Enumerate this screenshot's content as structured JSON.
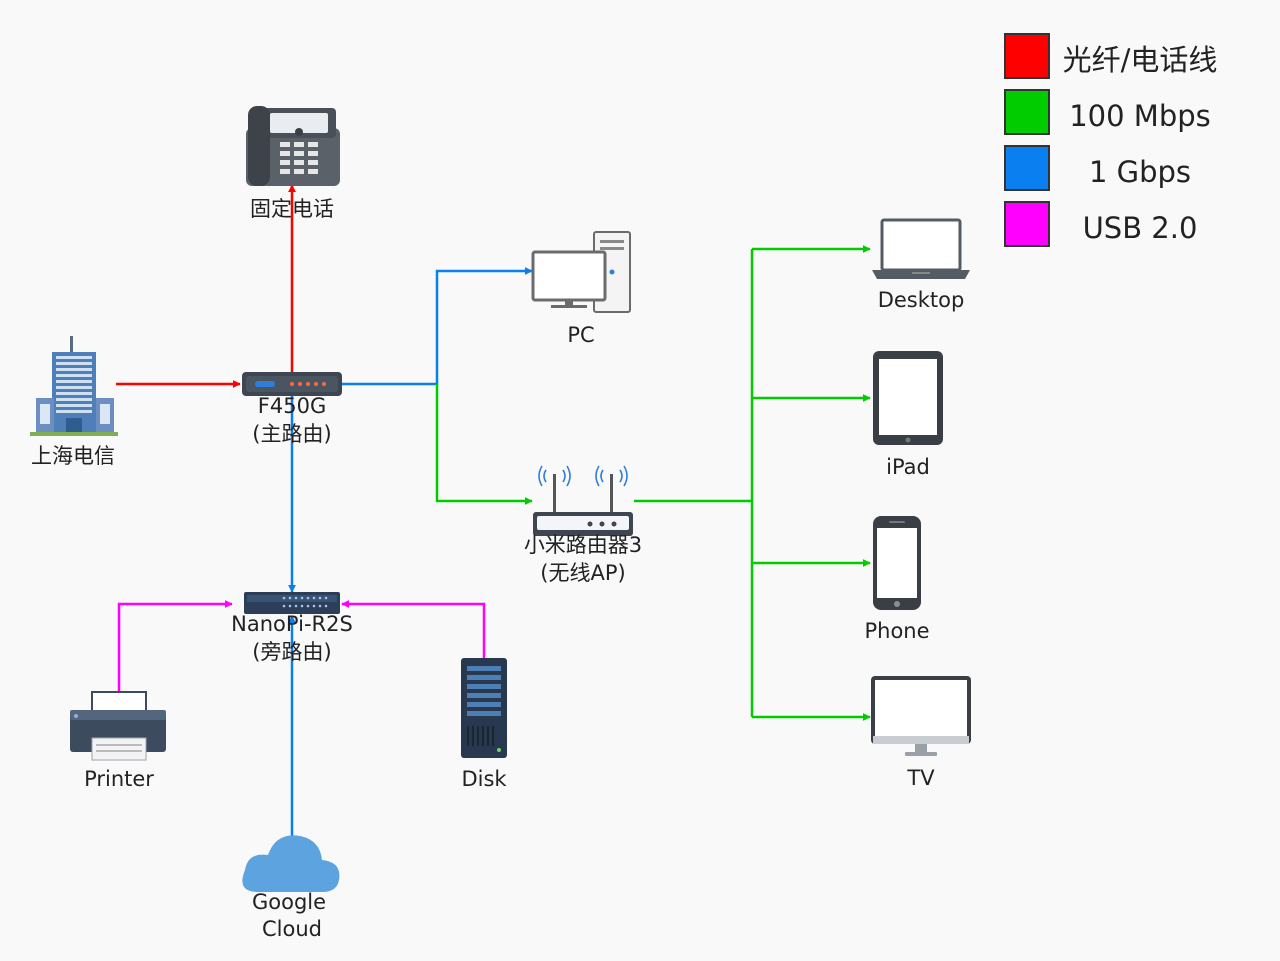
{
  "legend": [
    {
      "label": "光纤/电话线",
      "color": "#ff0000"
    },
    {
      "label": "100 Mbps",
      "color": "#00cc00"
    },
    {
      "label": "1 Gbps",
      "color": "#0a7ff0"
    },
    {
      "label": "USB 2.0",
      "color": "#ff00ff"
    }
  ],
  "colors": {
    "fiber": "#ff0000",
    "mbps100": "#00cc00",
    "gbps1": "#0a7ff0",
    "usb": "#ff00ff"
  },
  "nodes": {
    "telephone": {
      "label": "固定电话",
      "icon": "telephone-icon"
    },
    "isp": {
      "label": "上海电信",
      "icon": "office-building-icon"
    },
    "main_router": {
      "label": "F450G",
      "sublabel": "(主路由)",
      "icon": "modem-router-icon"
    },
    "pc": {
      "label": "PC",
      "icon": "desktop-pc-icon"
    },
    "ap_router": {
      "label": "小米路由器3",
      "sublabel": "(无线AP)",
      "icon": "wireless-router-icon"
    },
    "side_router": {
      "label": "NanoPi-R2S",
      "sublabel": "(旁路由)",
      "icon": "network-switch-icon"
    },
    "printer": {
      "label": "Printer",
      "icon": "printer-icon"
    },
    "disk": {
      "label": "Disk",
      "icon": "server-tower-icon"
    },
    "cloud": {
      "label": "Google",
      "sublabel": "Cloud",
      "icon": "cloud-icon"
    },
    "desktop": {
      "label": "Desktop",
      "icon": "laptop-icon"
    },
    "ipad": {
      "label": "iPad",
      "icon": "tablet-icon"
    },
    "phone": {
      "label": "Phone",
      "icon": "smartphone-icon"
    },
    "tv": {
      "label": "TV",
      "icon": "monitor-tv-icon"
    }
  }
}
